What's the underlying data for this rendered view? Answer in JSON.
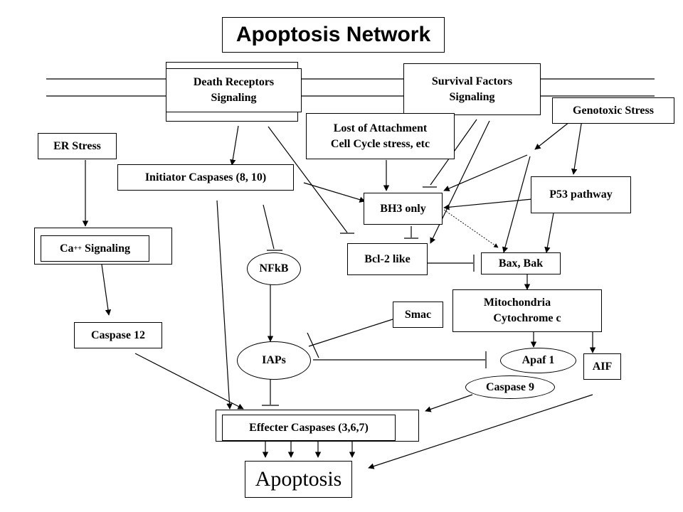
{
  "title": "Apoptosis Network",
  "nodes": {
    "death_receptors": "Death Receptors\nSignaling",
    "survival_factors": "Survival Factors\nSignaling",
    "genotoxic_stress": "Genotoxic Stress",
    "er_stress": "ER Stress",
    "lost_attachment": "Lost of Attachment\nCell Cycle stress, etc",
    "initiator_caspases": "Initiator Caspases (8, 10)",
    "bh3_only": "BH3 only",
    "p53_pathway": "P53 pathway",
    "ca_signaling_prefix": "Ca",
    "ca_signaling_sup": "++",
    "ca_signaling_suffix": " Signaling",
    "bcl2_like": "Bcl-2 like",
    "nfkb": "NFkB",
    "bax_bak": "Bax, Bak",
    "mitochondria": "Mitochondria",
    "cytochrome_c": "Cytochrome c",
    "smac": "Smac",
    "caspase_12": "Caspase 12",
    "iaps": "IAPs",
    "apaf1": "Apaf 1",
    "aif": "AIF",
    "caspase_9": "Caspase 9",
    "effecter_caspases": "Effecter Caspases (3,6,7)",
    "apoptosis": "Apoptosis"
  }
}
